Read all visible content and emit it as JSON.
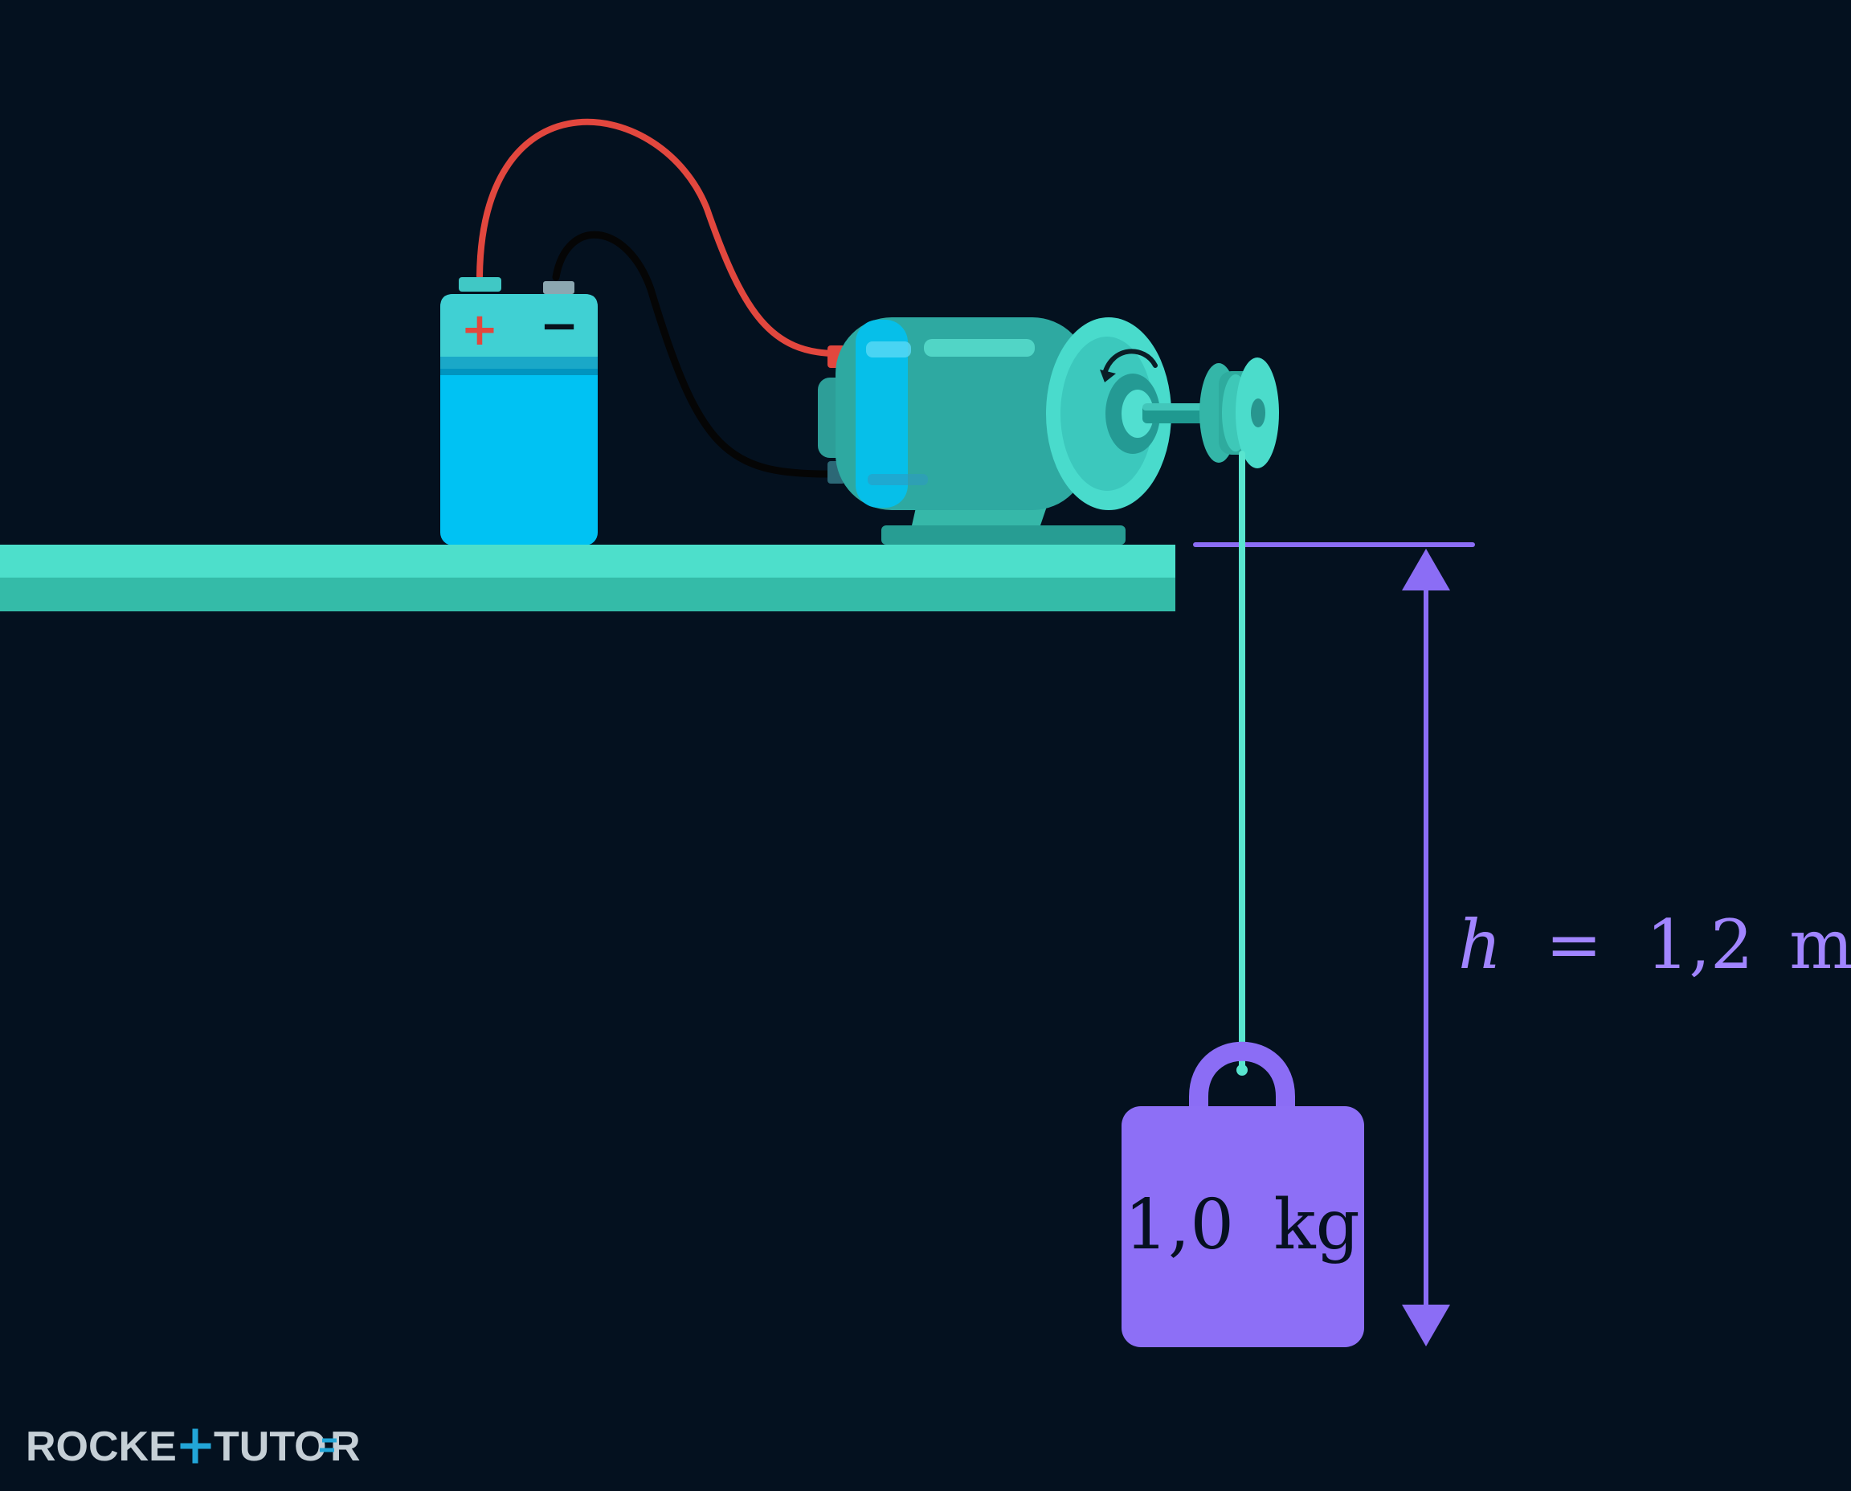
{
  "diagram": {
    "battery": {
      "plus_symbol": "+",
      "minus_symbol": "−"
    },
    "height_label": {
      "variable": "h",
      "equals": "=",
      "value": "1,2",
      "unit": "m"
    },
    "mass_label": {
      "value": "1,0",
      "unit": "kg"
    }
  },
  "logo": {
    "part1": "ROCKE",
    "part2": "TUTO",
    "part3": "R"
  },
  "colors": {
    "background": "#04111f",
    "platform": "#4ddfcb",
    "motor": "#32b3a7",
    "battery": "#00c2f3",
    "red_wire": "#e2473e",
    "black_wire": "#050505",
    "purple": "#8b6df5",
    "label_purple": "#a185ff",
    "string": "#59e5cf"
  }
}
